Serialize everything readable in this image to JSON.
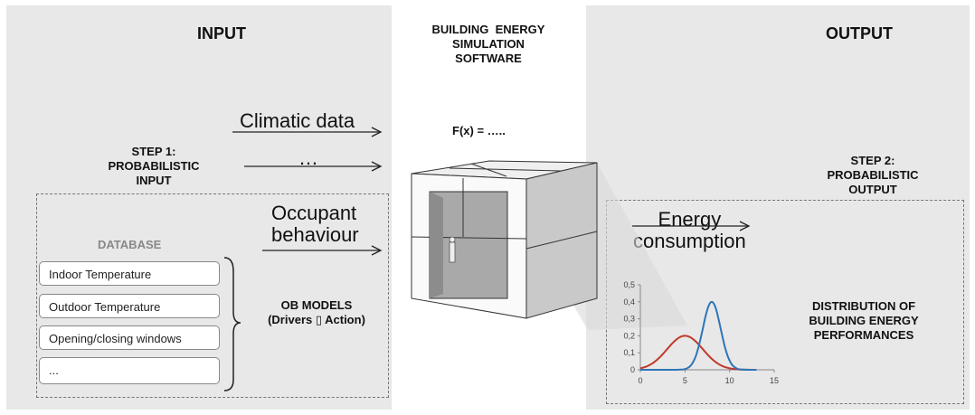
{
  "input": {
    "title": "INPUT",
    "step1": [
      "STEP 1:",
      "PROBABILISTIC",
      "INPUT"
    ],
    "climatic_data": "Climatic data",
    "ellipsis": "…",
    "occupant_behaviour": [
      "Occupant",
      "behaviour"
    ],
    "database_label": "DATABASE",
    "database_items": [
      "Indoor Temperature",
      "Outdoor Temperature",
      "Opening/closing windows",
      "..."
    ],
    "ob_models": [
      "OB MODELS",
      "(Drivers ▯ Action)"
    ]
  },
  "software": {
    "title": [
      "BUILDING  ENERGY",
      "SIMULATION",
      "SOFTWARE"
    ],
    "formula": "F(x) = ….."
  },
  "output": {
    "title": "OUTPUT",
    "step2": [
      "STEP 2:",
      "PROBABILISTIC",
      "OUTPUT"
    ],
    "energy_consumption": [
      "Energy",
      "consumption"
    ],
    "distribution_label": [
      "DISTRIBUTION OF",
      "BUILDING ENERGY",
      "PERFORMANCES"
    ]
  },
  "chart_data": {
    "type": "line",
    "x_ticks": [
      "0",
      "5",
      "10",
      "15"
    ],
    "y_ticks": [
      "0",
      "0,1",
      "0,2",
      "0,3",
      "0,4",
      "0,5"
    ],
    "xlim": [
      0,
      15
    ],
    "ylim": [
      0,
      0.5
    ],
    "series": [
      {
        "color": "#c0392b",
        "mean": 5,
        "sd": 2,
        "peak": 0.2
      },
      {
        "color": "#2e75b6",
        "mean": 8,
        "sd": 1,
        "peak": 0.4
      }
    ]
  }
}
